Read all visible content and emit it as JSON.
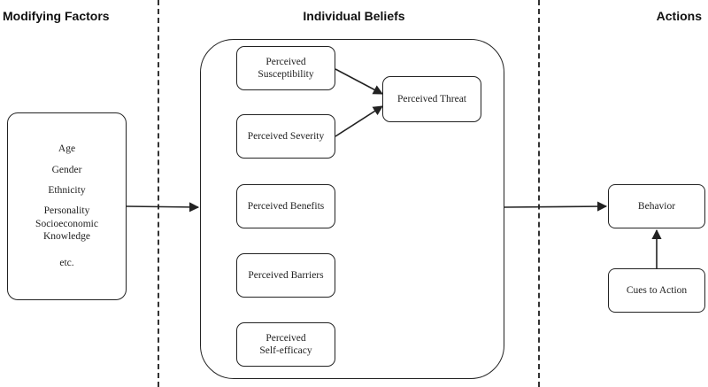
{
  "headings": {
    "modifying": "Modifying Factors",
    "individual": "Individual Beliefs",
    "actions": "Actions"
  },
  "modifying_factors": {
    "age": "Age",
    "gender": "Gender",
    "ethnicity": "Ethnicity",
    "personality": "Personality",
    "socioeconomic": "Socioeconomic",
    "knowledge": "Knowledge",
    "etc": "etc."
  },
  "beliefs": {
    "susceptibility_1": "Perceived",
    "susceptibility_2": "Susceptibility",
    "severity": "Perceived Severity",
    "benefits": "Perceived Benefits",
    "barriers": "Perceived Barriers",
    "self_efficacy_1": "Perceived",
    "self_efficacy_2": "Self-efficacy",
    "threat": "Perceived Threat"
  },
  "actions": {
    "behavior": "Behavior",
    "cues": "Cues to Action"
  }
}
